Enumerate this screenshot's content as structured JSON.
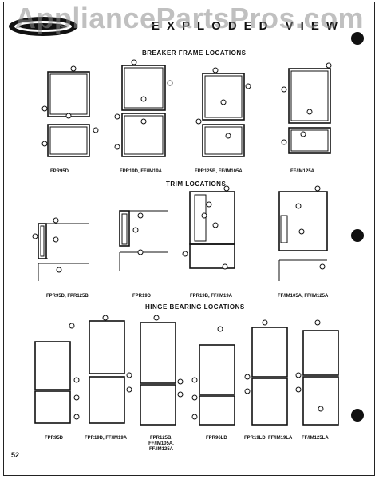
{
  "watermark": "AppliancePartsPros.com",
  "header": {
    "title": "EXPLODED VIEW",
    "page_number": "52"
  },
  "sections": {
    "breaker": {
      "title": "BREAKER FRAME LOCATIONS",
      "captions": [
        "FPR95D",
        "FPR19D, FF/IM19A",
        "FPR125B, FF/IM105A",
        "FF/IM125A"
      ]
    },
    "trim": {
      "title": "TRIM LOCATIONS",
      "captions": [
        "FPR95D, FPR125B",
        "FPR19D",
        "FPR19B, FF/IM19A",
        "FF/IM105A, FF/IM125A"
      ]
    },
    "hinge": {
      "title": "HINGE BEARING LOCATIONS",
      "captions": [
        "FPR95D",
        "FPR19D, FF/IM19A",
        "FPR125B, FF/IM105A, FF/IM125A",
        "FPR96LD",
        "FPR19LD, FF/IM19LA",
        "FF/IM125LA"
      ]
    }
  },
  "colors": {
    "ink": "#111111",
    "paper": "#ffffff",
    "watermark": "#8c8c8c"
  }
}
